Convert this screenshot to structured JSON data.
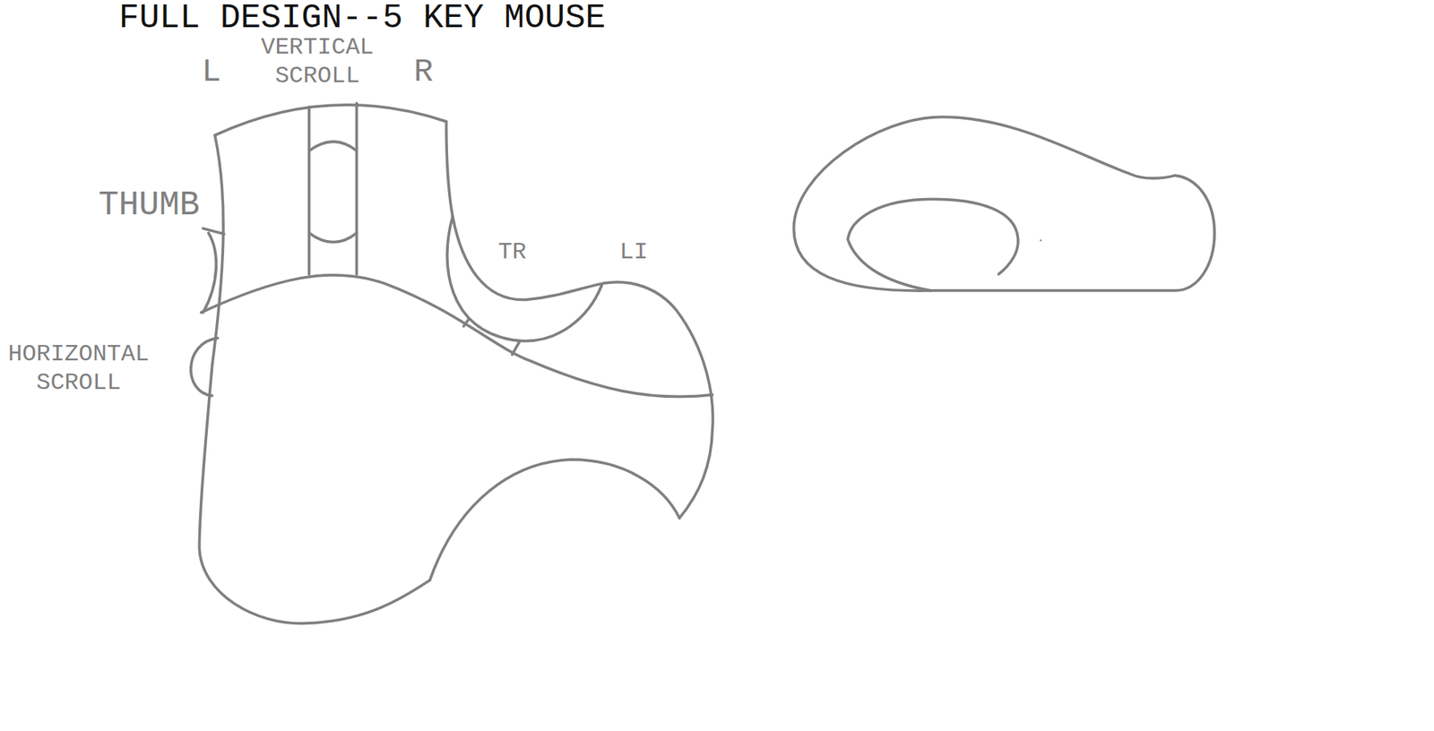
{
  "diagram": {
    "title": "FULL DESIGN--5 KEY MOUSE",
    "labels": [
      "L",
      "VERTICAL SCROLL",
      "R",
      "THUMB",
      "TR",
      "LI",
      "HORIZONTAL SCROLL"
    ]
  }
}
